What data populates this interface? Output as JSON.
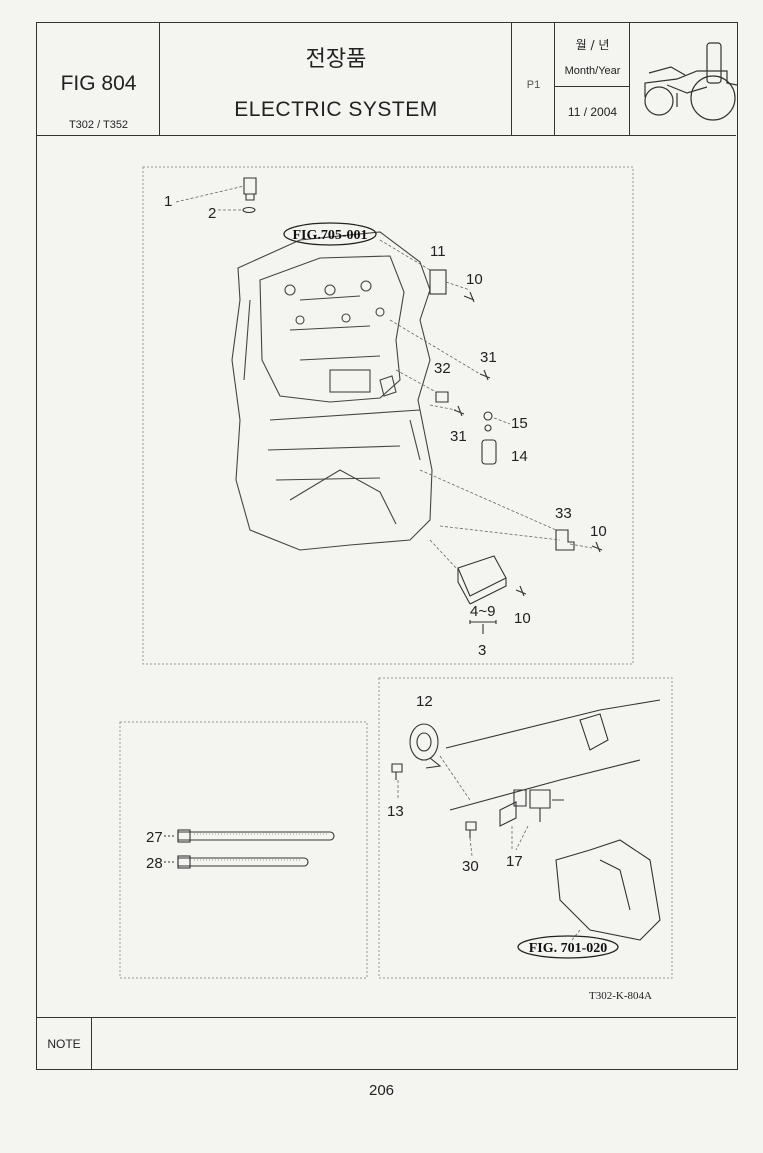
{
  "header": {
    "fig_number": "FIG 804",
    "models": "T302 / T352",
    "title_korean": "전장품",
    "title_english": "ELECTRIC SYSTEM",
    "page_tag": "P1",
    "date_label_korean": "월 / 년",
    "date_label_english": "Month/Year",
    "date_value": "11 / 2004"
  },
  "diagram": {
    "refs": {
      "engine_ref": "FIG.705-001",
      "chassis_ref": "FIG. 701-020"
    },
    "part_labels": {
      "p1": "1",
      "p2": "2",
      "p11": "11",
      "p10a": "10",
      "p31a": "31",
      "p32": "32",
      "p15": "15",
      "p31b": "31",
      "p14": "14",
      "p33": "33",
      "p10b": "10",
      "p4_9": "4~9",
      "p10c": "10",
      "p3": "3",
      "p12": "12",
      "p13": "13",
      "p27": "27",
      "p28": "28",
      "p30": "30",
      "p17": "17"
    },
    "drawing_code": "T302-K-804A"
  },
  "note": {
    "label": "NOTE",
    "content": ""
  },
  "page_number": "206"
}
